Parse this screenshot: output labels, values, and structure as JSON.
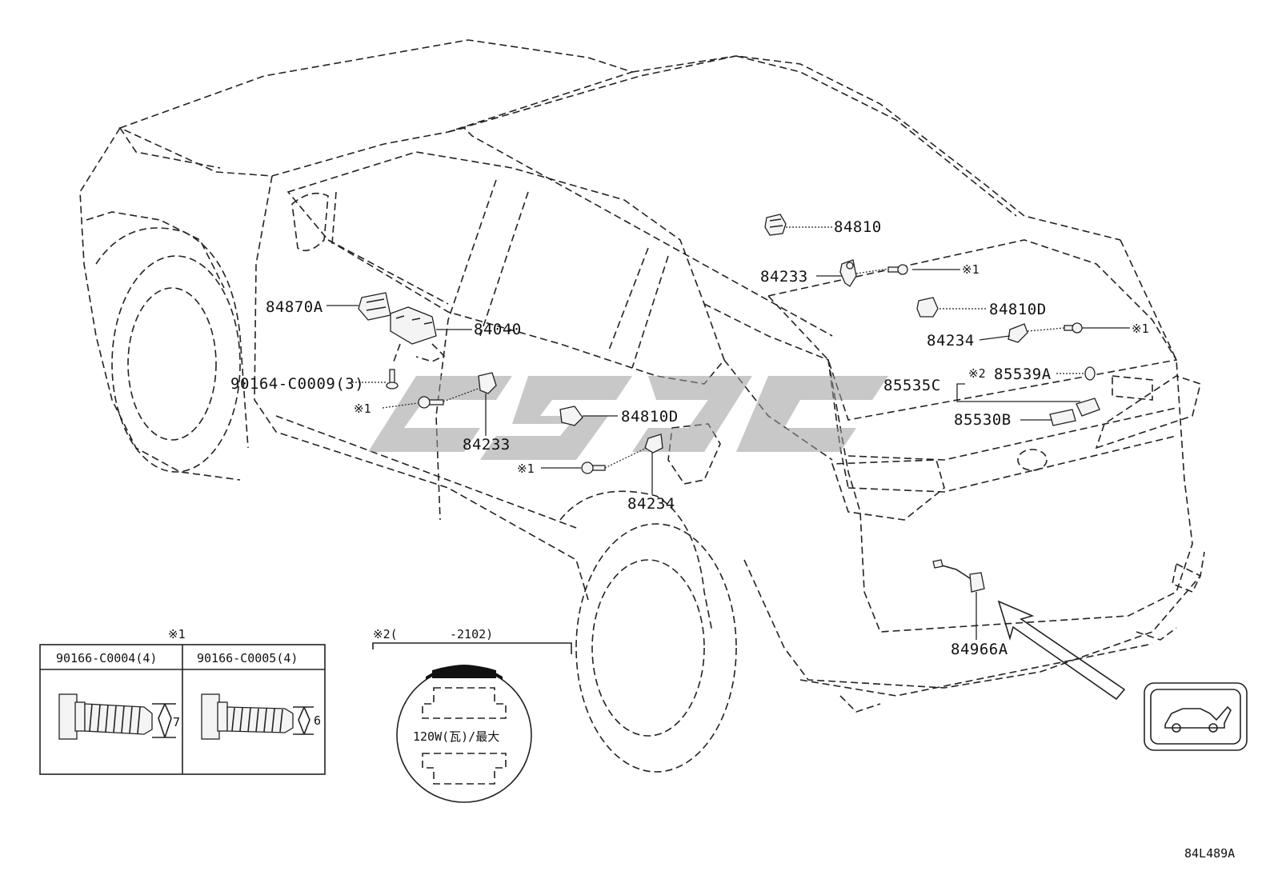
{
  "labels": {
    "p84810": "84810",
    "p84233_top": "84233",
    "note1_top": "※1",
    "p84810D_top": "84810D",
    "p84234_top": "84234",
    "note1_top2": "※1",
    "note2_a": "※2",
    "p85539A": "85539A",
    "p85535C": "85535C",
    "p85530B": "85530B",
    "p84870A": "84870A",
    "p84040": "84040",
    "p90164": "90164-C0009(3)",
    "note1_left": "※1",
    "p84233_left": "84233",
    "p84810D_mid": "84810D",
    "note1_mid": "※1",
    "p84234_mid": "84234",
    "p84966A": "84966A",
    "figure_code": "84L489A"
  },
  "screw_table": {
    "note": "※1",
    "col1": "90166-C0004(4)",
    "col2": "90166-C0005(4)",
    "dim1": "7",
    "dim2": "6"
  },
  "bulb_detail": {
    "note": "※2(",
    "code": "-2102)",
    "rating": "120W(瓦)/最大"
  },
  "icon": "vehicle-rear-hatch-icon",
  "watermark": "watermark-logo"
}
